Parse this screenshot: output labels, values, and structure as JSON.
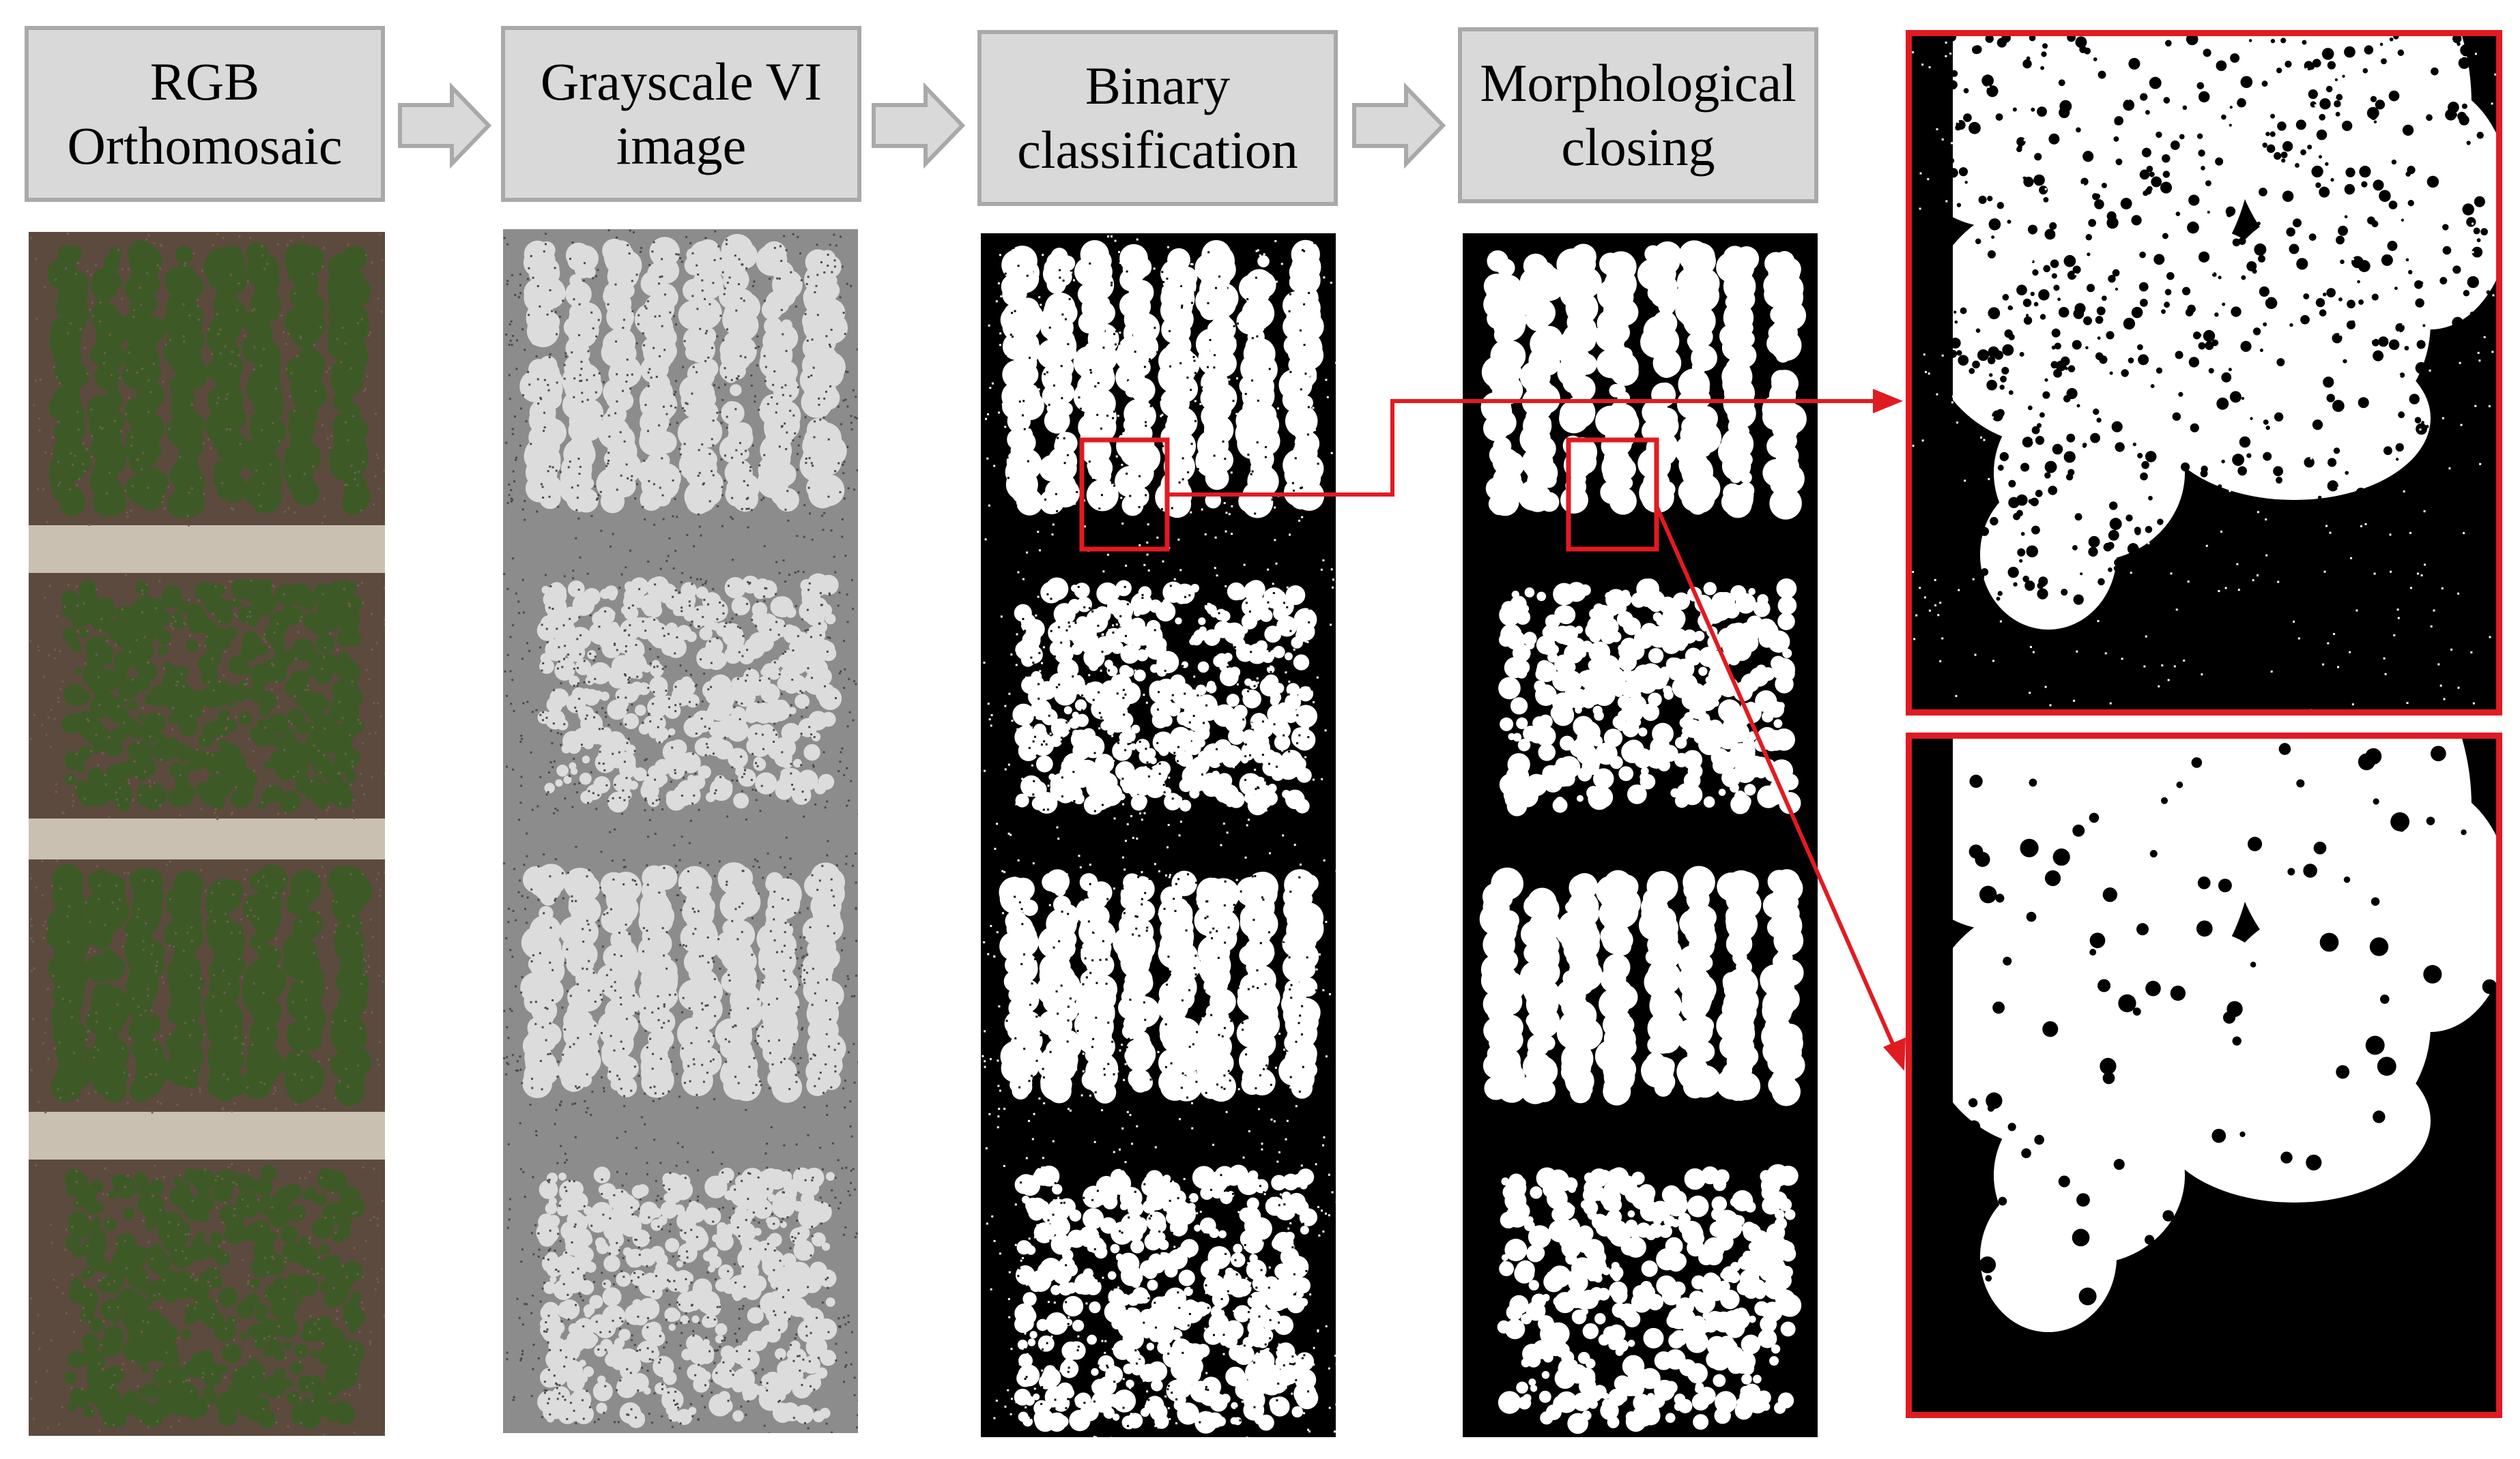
{
  "steps": [
    {
      "label": "RGB\nOrthomosaic"
    },
    {
      "label": "Grayscale VI\nimage"
    },
    {
      "label": "Binary\nclassification"
    },
    {
      "label": "Morphological\nclosing"
    }
  ],
  "colors": {
    "highlight": "#e11b22",
    "box_fill": "#d9d9d9",
    "box_border": "#a9a9a9",
    "arrow_fill": "#d9d9d9",
    "arrow_stroke": "#a9a9a9"
  },
  "panels": [
    {
      "name": "rgb-orthomosaic-image",
      "style": "rgb"
    },
    {
      "name": "grayscale-vi-image",
      "style": "gray"
    },
    {
      "name": "binary-classification-image",
      "style": "binary"
    },
    {
      "name": "morphological-closing-image",
      "style": "closed"
    }
  ]
}
